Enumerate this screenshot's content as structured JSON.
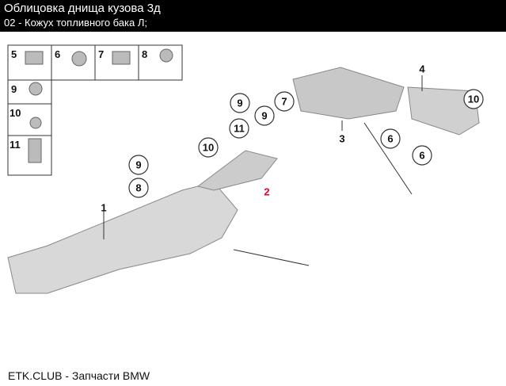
{
  "header": {
    "title": "Облицовка днища кузова 3д",
    "subtitle": "02 - Кожух топливного бака Л;"
  },
  "legend": [
    "5",
    "6",
    "7",
    "8",
    "9",
    "10",
    "11"
  ],
  "callouts": [
    "10",
    "9",
    "7",
    "9",
    "11",
    "10",
    "9",
    "8",
    "6",
    "6"
  ],
  "plain_labels": [
    "1",
    "3",
    "4"
  ],
  "highlight": {
    "label": "2",
    "color": "#e8002a"
  },
  "footer": "ETK.CLUB - Запчасти BMW"
}
